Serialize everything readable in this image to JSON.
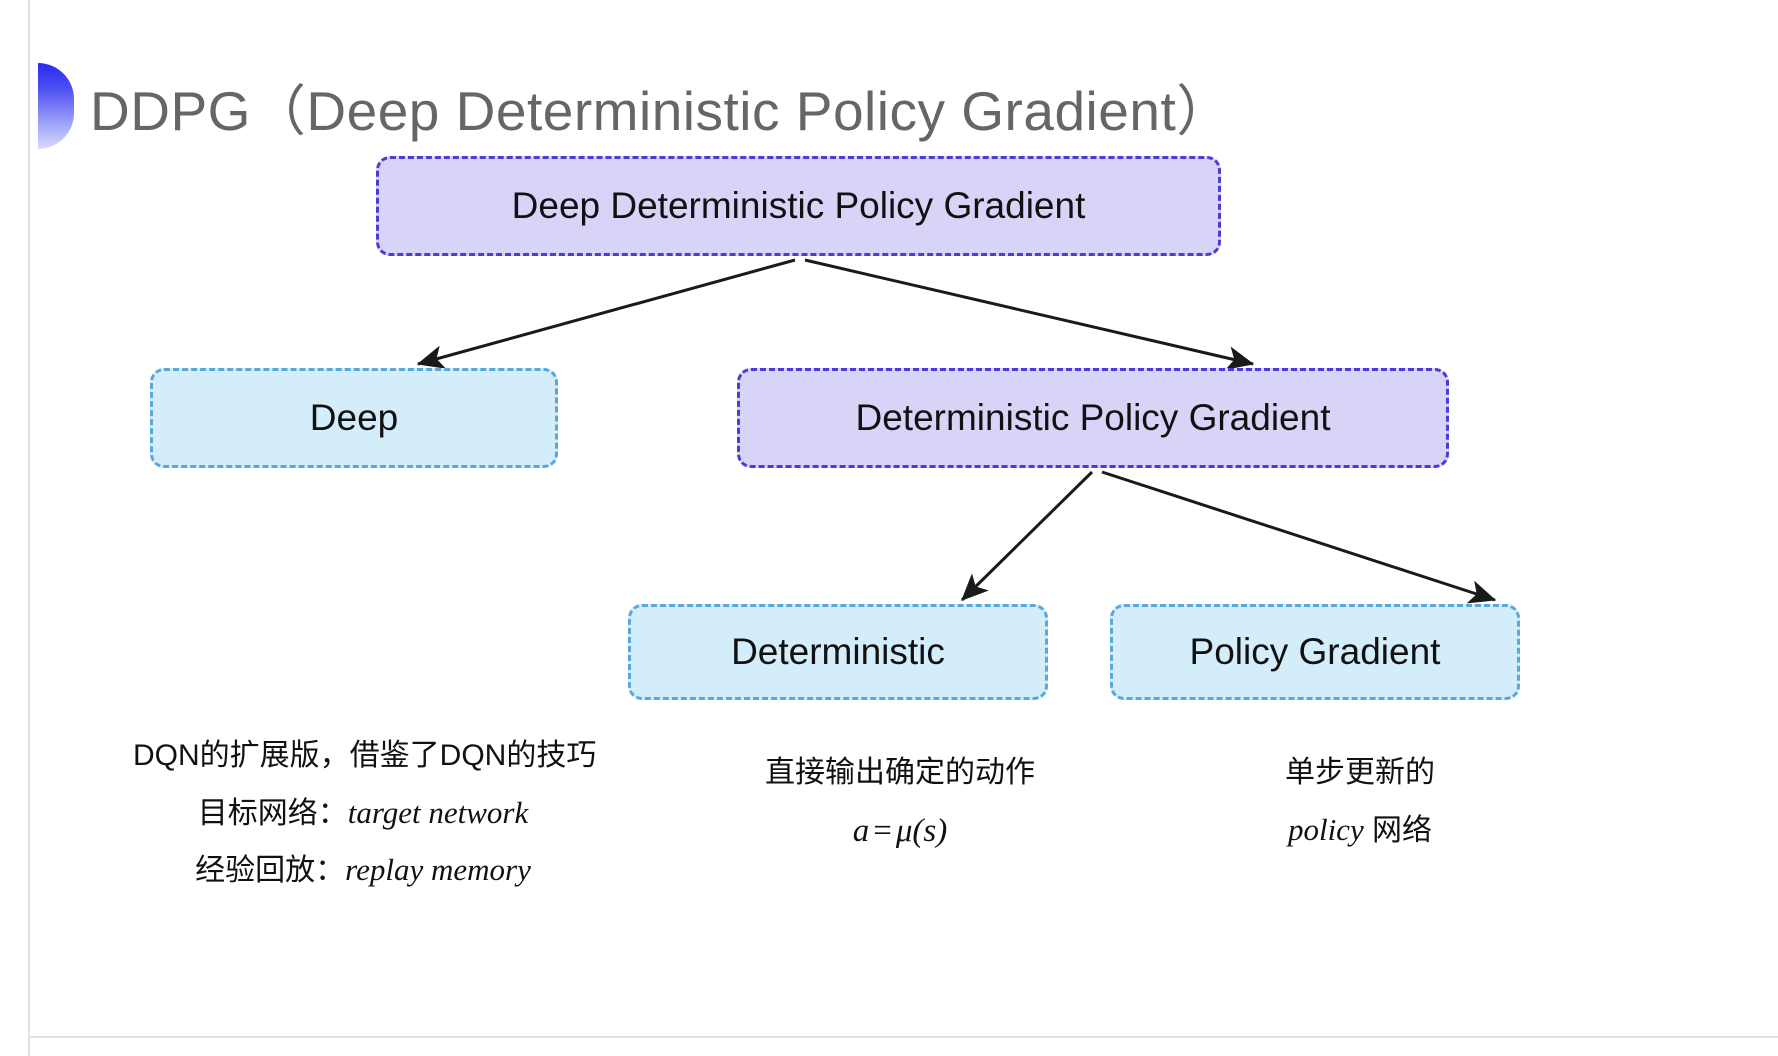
{
  "slide": {
    "title": "DDPG（Deep Deterministic Policy Gradient）",
    "bullet_icon": "half-circle-bullet-icon",
    "background_color": "#ffffff"
  },
  "colors": {
    "purple_fill": "#d7d4f8",
    "purple_border": "#4b3cd8",
    "blue_fill": "#d4edfa",
    "blue_border": "#58a9da",
    "title_text": "#666666",
    "body_text": "#111111",
    "arrow": "#1a1a1a"
  },
  "diagram": {
    "nodes": [
      {
        "id": "root",
        "label": "Deep Deterministic Policy Gradient",
        "style": "purple"
      },
      {
        "id": "deep",
        "label": "Deep",
        "style": "blue"
      },
      {
        "id": "dpg",
        "label": "Deterministic Policy Gradient",
        "style": "purple"
      },
      {
        "id": "deterministic",
        "label": "Deterministic",
        "style": "blue"
      },
      {
        "id": "policy_gradient",
        "label": "Policy Gradient",
        "style": "blue"
      }
    ],
    "edges": [
      {
        "from": "root",
        "to": "deep"
      },
      {
        "from": "root",
        "to": "dpg"
      },
      {
        "from": "dpg",
        "to": "deterministic"
      },
      {
        "from": "dpg",
        "to": "policy_gradient"
      }
    ]
  },
  "annotations": {
    "left": {
      "line1": "DQN的扩展版，借鉴了DQN的技巧",
      "line2_label": "目标网络：",
      "line2_term": "target network",
      "line3_label": "经验回放：",
      "line3_term": "replay memory"
    },
    "middle": {
      "line1": "直接输出确定的动作",
      "formula_lhs": "a",
      "formula_op": "=",
      "formula_rhs": "μ(s)"
    },
    "right": {
      "line1": "单步更新的",
      "line2_term": "policy",
      "line2_suffix": " 网络"
    }
  }
}
